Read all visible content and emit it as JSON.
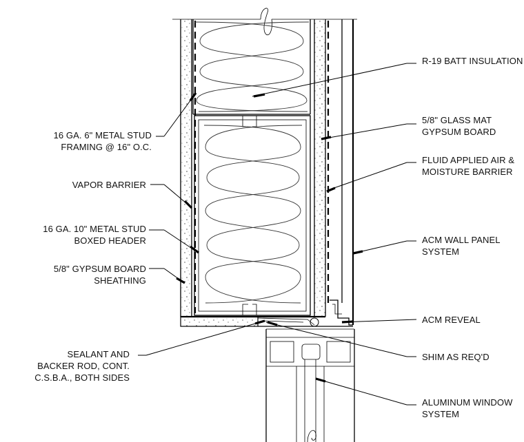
{
  "labels": {
    "batt_insulation": "R-19 BATT INSULATION",
    "glass_mat_line1": "5/8\" GLASS MAT",
    "glass_mat_line2": "GYPSUM BOARD",
    "fluid_barrier_line1": "FLUID APPLIED AIR &",
    "fluid_barrier_line2": "MOISTURE BARRIER",
    "acm_panel_line1": "ACM WALL PANEL",
    "acm_panel_line2": "SYSTEM",
    "acm_reveal": "ACM REVEAL",
    "shim": "SHIM AS REQ'D",
    "window_line1": "ALUMINUM WINDOW",
    "window_line2": "SYSTEM",
    "metal_stud_6_line1": "16 GA. 6\" METAL STUD",
    "metal_stud_6_line2": "FRAMING @ 16\" O.C.",
    "vapor_barrier": "VAPOR BARRIER",
    "metal_stud_10_line1": "16 GA. 10\" METAL STUD",
    "metal_stud_10_line2": "BOXED HEADER",
    "gypsum_sheathing_line1": "5/8\" GYPSUM BOARD",
    "gypsum_sheathing_line2": "SHEATHING",
    "sealant_line1": "SEALANT AND",
    "sealant_line2": "BACKER ROD, CONT.",
    "sealant_line3": "C.S.B.A., BOTH SIDES"
  }
}
